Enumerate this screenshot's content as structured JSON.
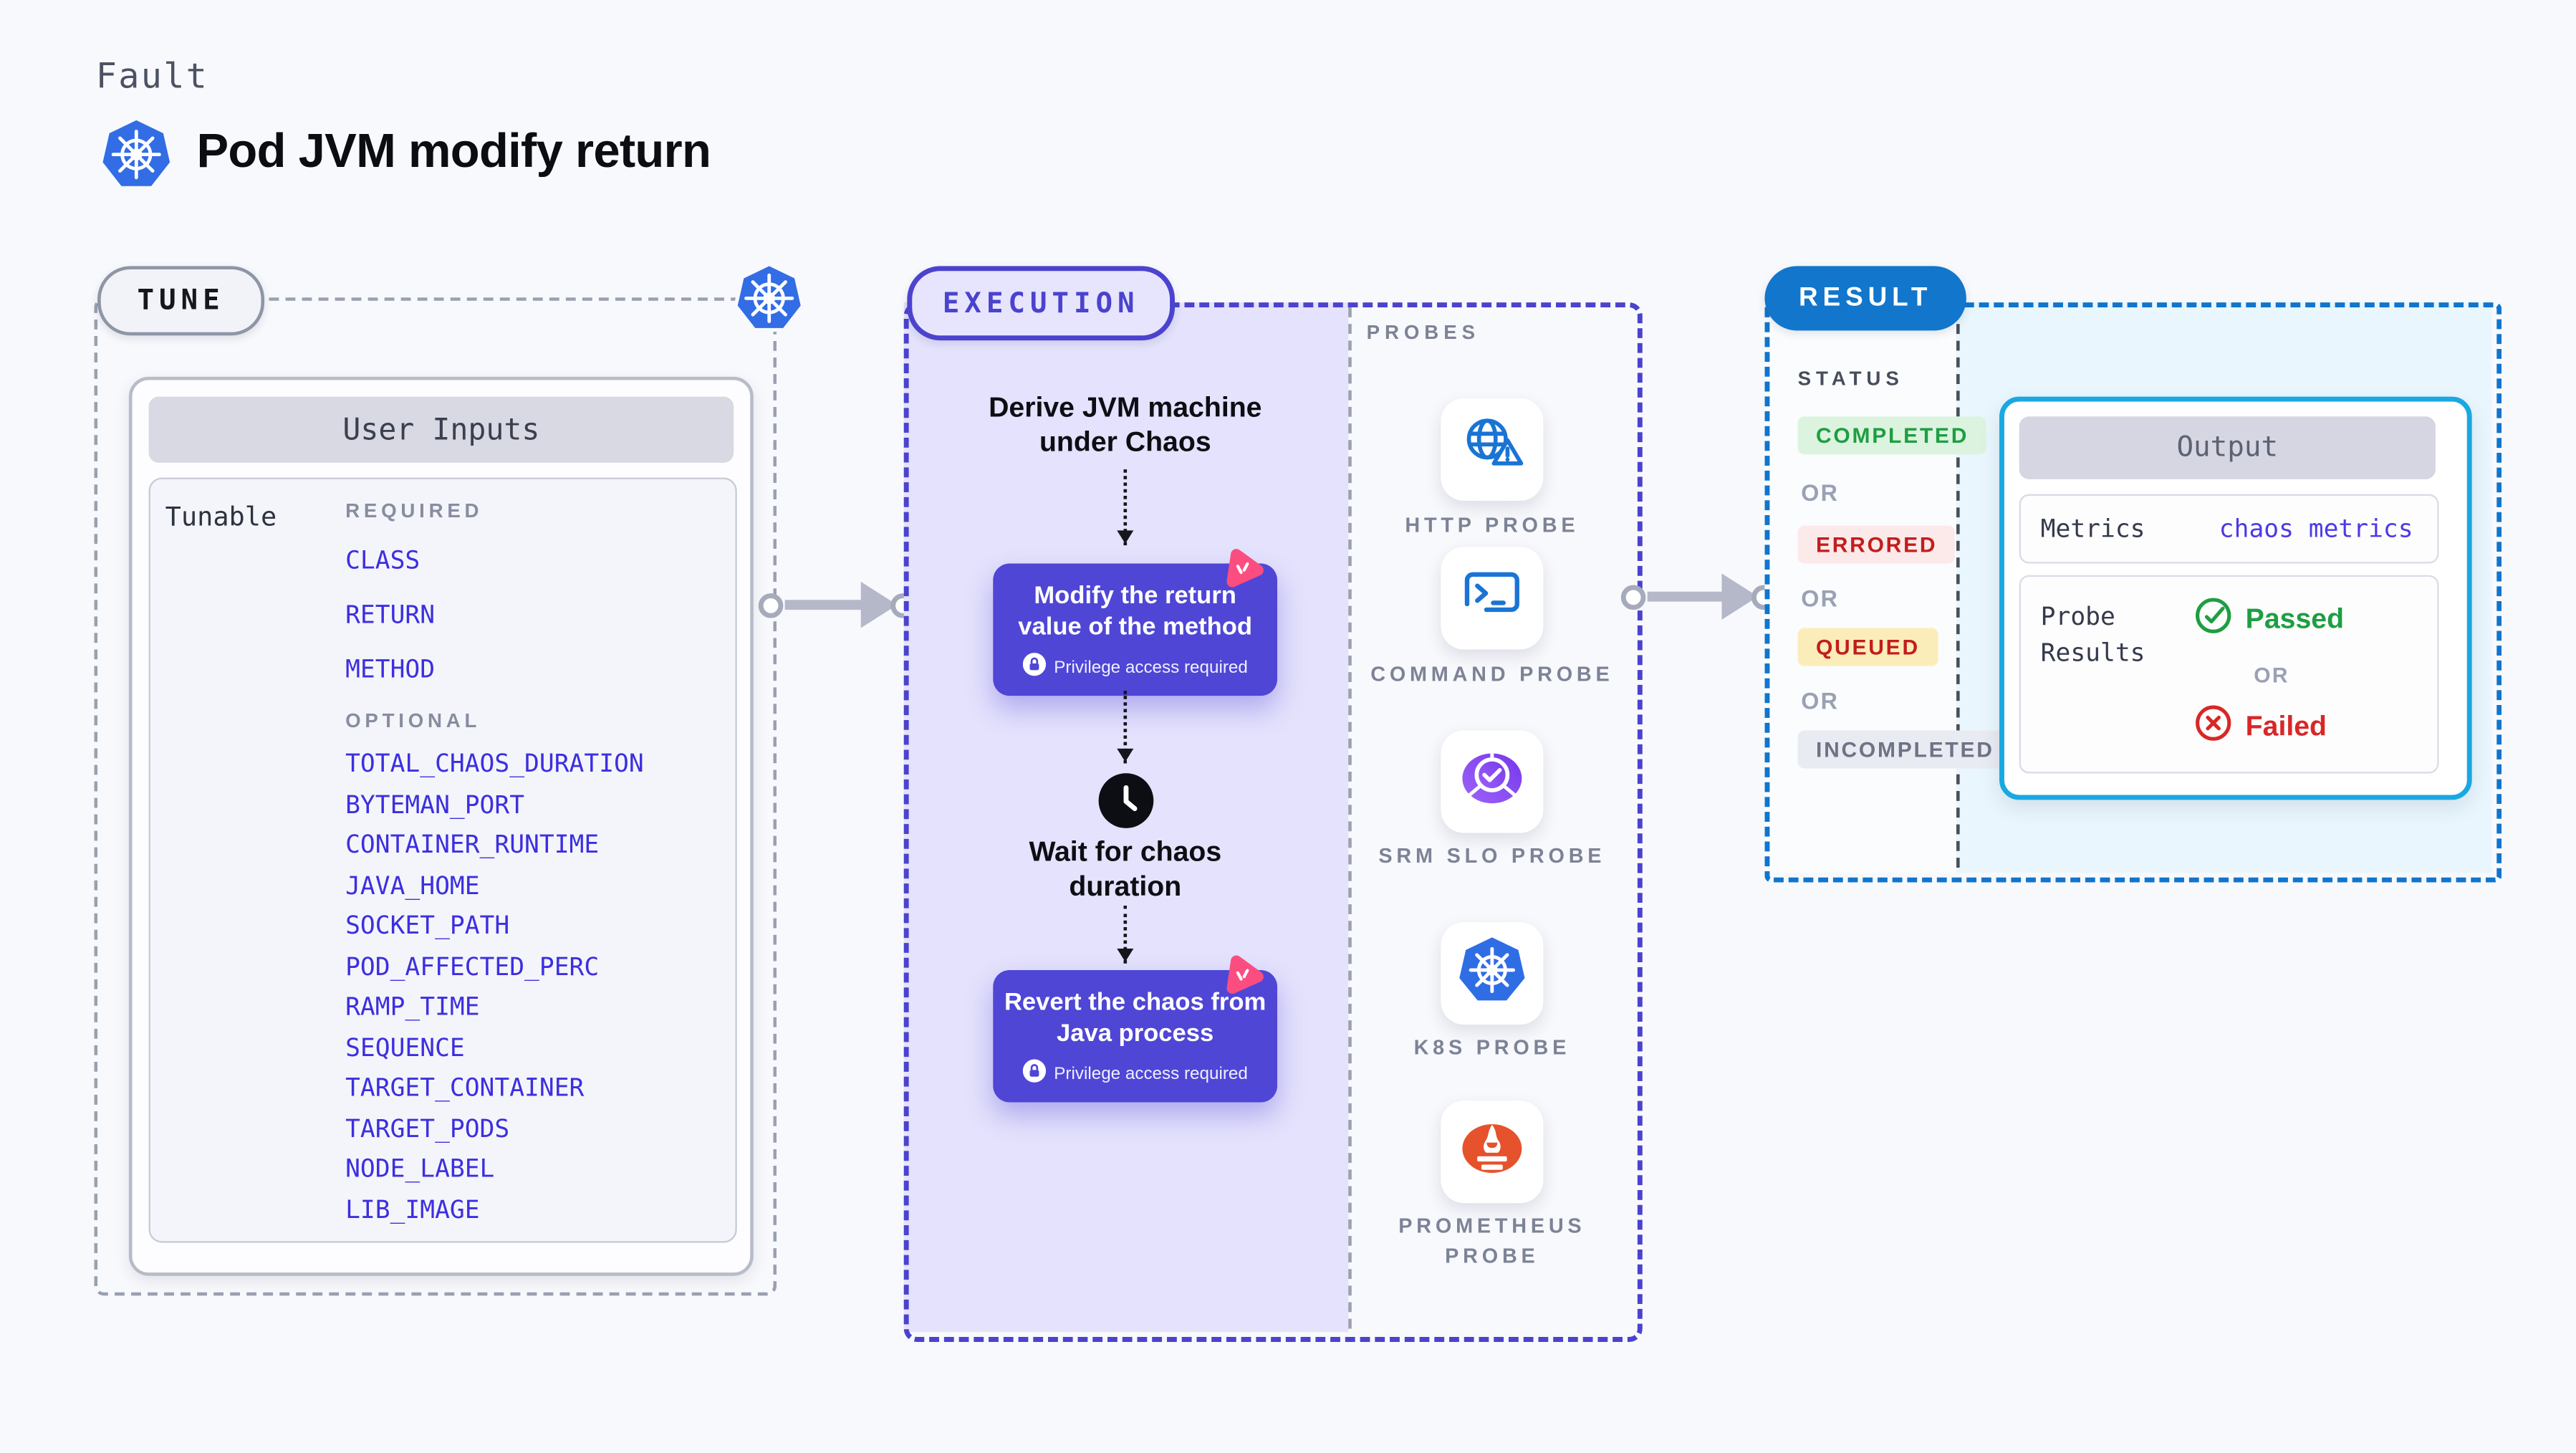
{
  "header": {
    "eyebrow": "Fault",
    "title": "Pod JVM modify return",
    "logo_icon": "kubernetes-icon"
  },
  "tune": {
    "label": "TUNE",
    "corner_icon": "kubernetes-icon",
    "card_title": "User Inputs",
    "row_label": "Tunable",
    "required_label": "REQUIRED",
    "required": [
      "CLASS",
      "RETURN",
      "METHOD"
    ],
    "optional_label": "OPTIONAL",
    "optional": [
      "TOTAL_CHAOS_DURATION",
      "BYTEMAN_PORT",
      "CONTAINER_RUNTIME",
      "JAVA_HOME",
      "SOCKET_PATH",
      "POD_AFFECTED_PERC",
      "RAMP_TIME",
      "SEQUENCE",
      "TARGET_CONTAINER",
      "TARGET_PODS",
      "NODE_LABEL",
      "LIB_IMAGE"
    ]
  },
  "execution": {
    "label": "EXECUTION",
    "derive_text": "Derive JVM machine under Chaos",
    "modify_title": "Modify the return value of the method",
    "wait_text": "Wait for chaos duration",
    "revert_title": "Revert the chaos from Java process",
    "privilege_label": "Privilege access required"
  },
  "probes": {
    "label": "PROBES",
    "items": [
      {
        "name": "HTTP PROBE",
        "icon": "globe-warning-icon"
      },
      {
        "name": "COMMAND PROBE",
        "icon": "terminal-icon"
      },
      {
        "name": "SRM SLO PROBE",
        "icon": "slo-donut-icon"
      },
      {
        "name": "K8S PROBE",
        "icon": "kubernetes-icon"
      },
      {
        "name": "PROMETHEUS PROBE",
        "icon": "prometheus-icon"
      }
    ]
  },
  "result": {
    "label": "RESULT",
    "status_label": "STATUS",
    "or_label": "OR",
    "statuses": [
      {
        "label": "COMPLETED",
        "kind": "success"
      },
      {
        "label": "ERRORED",
        "kind": "error"
      },
      {
        "label": "QUEUED",
        "kind": "queued"
      },
      {
        "label": "INCOMPLETED",
        "kind": "neutral"
      }
    ],
    "output": {
      "title": "Output",
      "metrics_label": "Metrics",
      "metrics_value": "chaos metrics",
      "probe_results_label": "Probe Results",
      "passed_label": "Passed",
      "or_label": "OR",
      "failed_label": "Failed"
    }
  },
  "colors": {
    "page_bg": "#f8f9fc",
    "kubernetes_blue": "#326de6",
    "param_link_blue": "#3c2fe0",
    "execution_indigo": "#4b43cd",
    "step_box_indigo": "#4f46d6",
    "chaos_pink": "#fb4d80",
    "execution_lavender": "#e4e2fc",
    "probe_icon_blue": "#1a74d4",
    "srm_purple": "#8a4ff0",
    "prometheus_orange": "#e6522c",
    "result_blue": "#1176cc",
    "output_border_cyan": "#19a8e2",
    "result_cyan_bg": "#e9f6fd",
    "success_green": "#1e9e42",
    "error_red": "#c21d1d",
    "failed_red": "#d82727",
    "queued_bg": "#fbedb9",
    "completed_bg": "#dcf4df",
    "errored_bg": "#fce9e9",
    "incompleted_bg": "#e9ebf2"
  }
}
